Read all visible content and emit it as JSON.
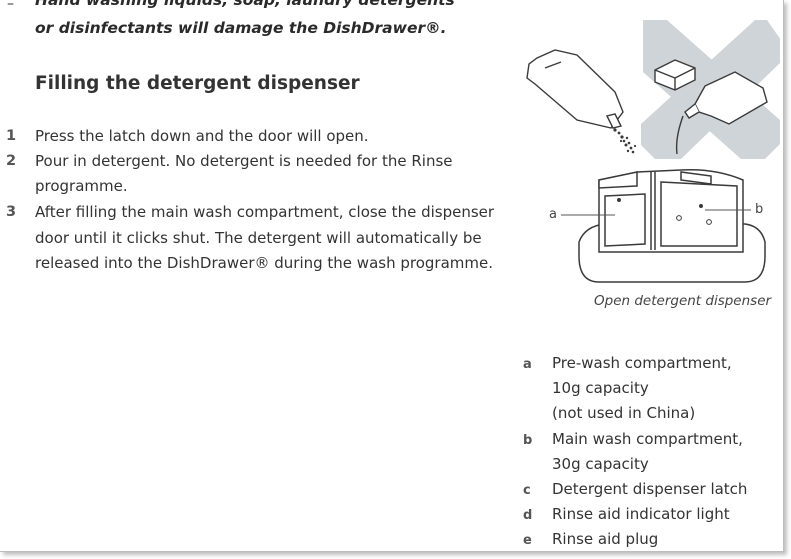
{
  "warning": {
    "line1": "Hand washing liquids, soap, laundry detergents",
    "line2": "or disinfectants will damage the DishDrawer®."
  },
  "section": {
    "heading": "Filling the detergent dispenser"
  },
  "steps": [
    {
      "num": "1",
      "lines": [
        "Press the latch down and the door will open."
      ]
    },
    {
      "num": "2",
      "lines": [
        "Pour in detergent.  No detergent is needed for the Rinse",
        "programme."
      ]
    },
    {
      "num": "3",
      "lines": [
        "After filling the main wash compartment, close the dispenser",
        "door until it clicks shut. The detergent will automatically be",
        "released into the DishDrawer® during the wash programme."
      ]
    }
  ],
  "figure": {
    "caption": "Open detergent dispenser",
    "callout_a": "a",
    "callout_b": "b"
  },
  "legend": [
    {
      "letter": "a",
      "lines": [
        "Pre-wash compartment,",
        "10g capacity",
        "(not used in China)"
      ]
    },
    {
      "letter": "b",
      "lines": [
        "Main wash compartment,",
        "30g capacity"
      ]
    },
    {
      "letter": "c",
      "lines": [
        "Detergent dispenser latch"
      ]
    },
    {
      "letter": "d",
      "lines": [
        "Rinse aid indicator light"
      ]
    },
    {
      "letter": "e",
      "lines": [
        "Rinse aid plug"
      ]
    }
  ],
  "colors": {
    "text": "#333333",
    "cross": "#cfd4d9",
    "outline": "#3a3a3a"
  }
}
